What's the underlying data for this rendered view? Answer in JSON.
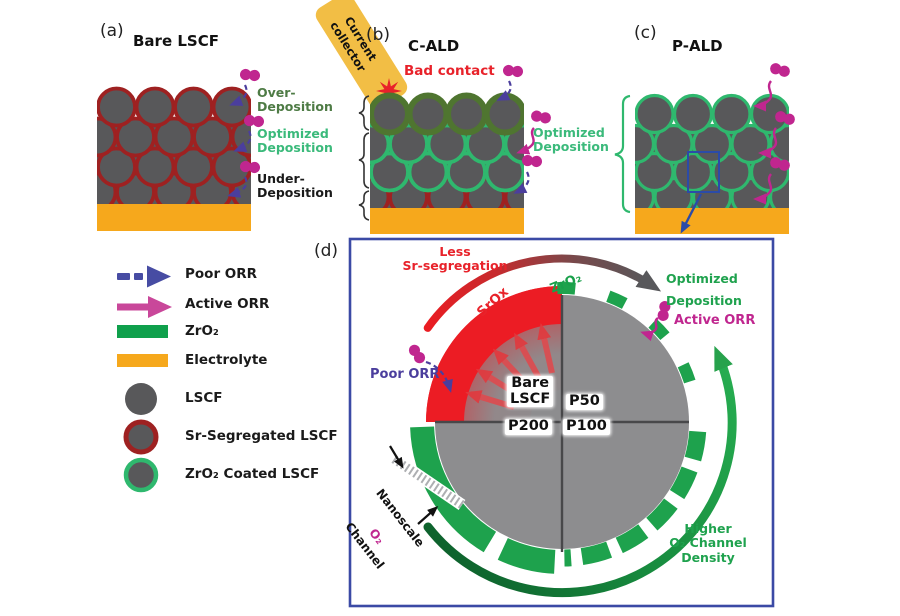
{
  "panel_a": {
    "tag": "(a)",
    "title": "Bare LSCF"
  },
  "panel_b": {
    "tag": "(b)",
    "title": "C-ALD",
    "current_collector": "Current\ncollector",
    "bad_contact": "Bad contact",
    "over_label": "Over-\nDeposition",
    "optimized_label": "Optimized\nDeposition",
    "under_label": "Under-\nDeposition",
    "right_label": "Optimized\nDeposition"
  },
  "panel_c": {
    "tag": "(c)",
    "title": "P-ALD"
  },
  "panel_d": {
    "tag": "(d)",
    "less_sr_label": "Less\nSr-segregation",
    "srox_label": "SrOx",
    "zro2_label": "ZrO₂",
    "poor_orr_label": "Poor ORR",
    "optimized_label": "Optimized\nDeposition",
    "active_orr_label": "Active ORR",
    "quadrant_bare": "Bare\nLSCF",
    "quadrant_p50": "P50",
    "quadrant_p200": "P200",
    "quadrant_p100": "P100",
    "nanoscale_line1": "Nanoscale",
    "nanoscale_o2": "O₂",
    "nanoscale_channel": "Channel",
    "higher_density_label": "Higher\nO₂ Channel\nDensity"
  },
  "legend": {
    "items": [
      {
        "label": "Poor ORR",
        "icon": "poor-orr-dashed-arrow"
      },
      {
        "label": "Active ORR",
        "icon": "active-orr-arrow"
      },
      {
        "label": "ZrO₂",
        "icon": "zro2-bar"
      },
      {
        "label": "Electrolyte",
        "icon": "electrolyte-bar"
      },
      {
        "label": "LSCF",
        "icon": "lscf-circle"
      },
      {
        "label": "Sr-Segregated LSCF",
        "icon": "sr-segregated-circle"
      },
      {
        "label": "ZrO₂ Coated LSCF",
        "icon": "zro2-coated-circle"
      }
    ]
  },
  "colors": {
    "lscf_gray": "#58585A",
    "big_circle_gray": "#8D8D8F",
    "sr_segregated_red": "#9E2121",
    "coating_green": "#2FB86E",
    "over_deposition_green": "#4F7530",
    "zro2_green": "#0FA04C",
    "electrolyte_yellow": "#F6A81C",
    "active_magenta": "#C0268F",
    "poor_purple": "#4B3E9D",
    "alert_red": "#EC1C24",
    "panel_border_blue": "#3B4AA5"
  }
}
